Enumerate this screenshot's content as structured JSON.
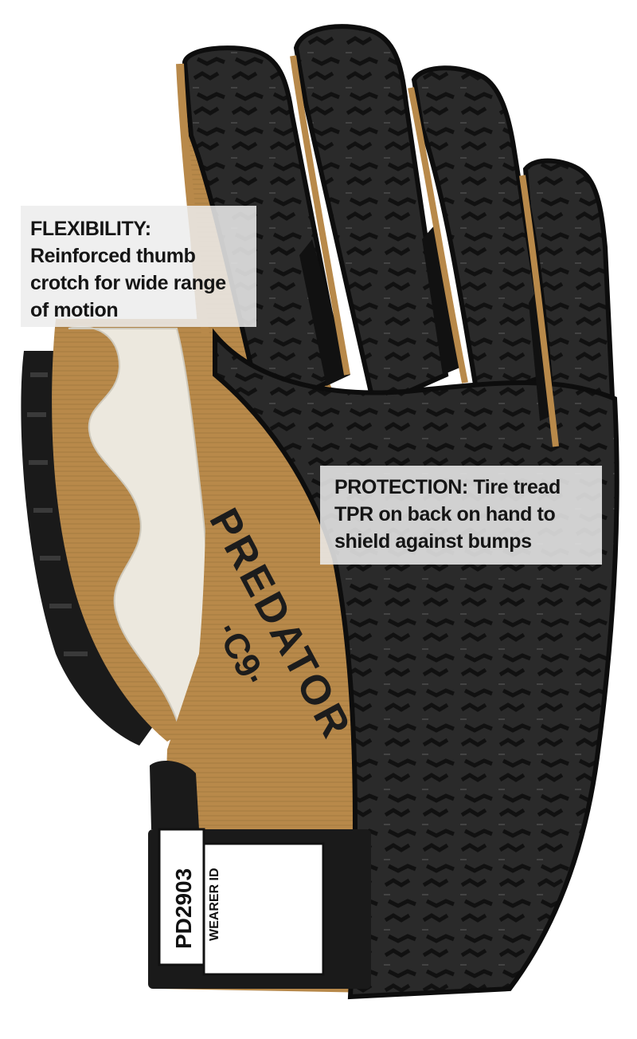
{
  "callouts": {
    "flexibility": {
      "line1": "FLEXIBILITY:",
      "line2": "Reinforced thumb",
      "line3": "crotch for wide range",
      "line4": "of motion"
    },
    "protection": {
      "line1": "PROTECTION: Tire tread",
      "line2": "TPR on back on hand to",
      "line3": "shield against bumps"
    }
  },
  "glove": {
    "brand": "PREDATOR",
    "model_mark": "·C9·",
    "tag_code": "PD2903",
    "tag_label": "WEARER ID"
  },
  "colors": {
    "rubber": "#1f1f1f",
    "rubber_edge": "#0d0d0d",
    "tan_fabric": "#b8894a",
    "leather": "#ece8de",
    "label_bg": "#ffffff"
  }
}
